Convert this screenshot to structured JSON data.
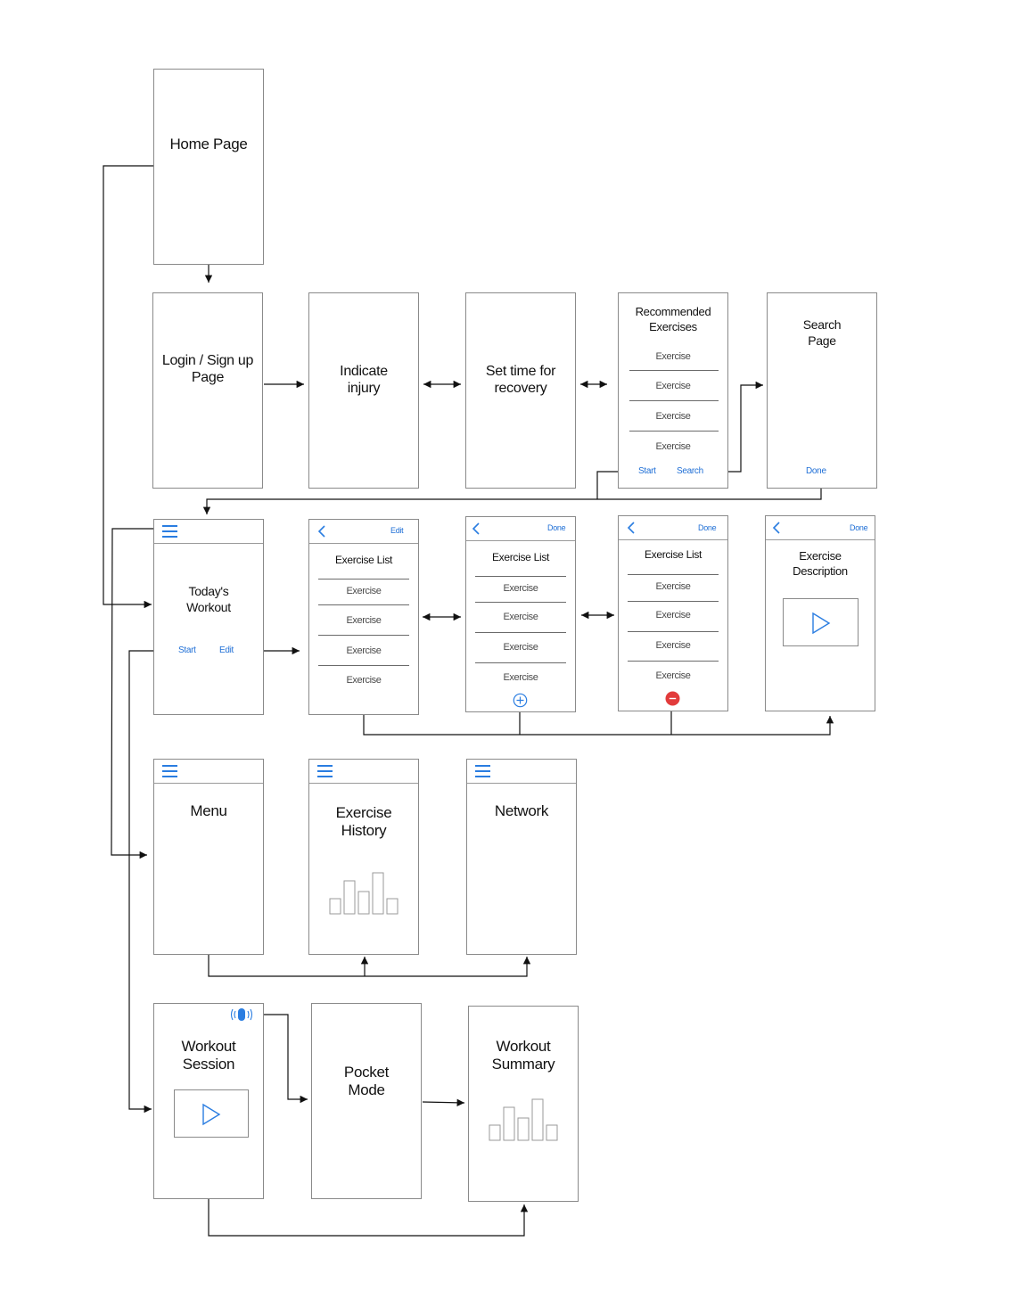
{
  "colors": {
    "accent": "#1f6fd6",
    "border": "#8a8a8a",
    "remove": "#e23b3b"
  },
  "screens": {
    "home": {
      "title": "Home Page"
    },
    "login": {
      "title": "Login / Sign up\nPage"
    },
    "injury": {
      "title": "Indicate\ninjury"
    },
    "recovery": {
      "title": "Set time for\nrecovery"
    },
    "recommended": {
      "title": "Recommended\nExercises",
      "items": [
        "Exercise",
        "Exercise",
        "Exercise",
        "Exercise"
      ],
      "start_label": "Start",
      "search_label": "Search"
    },
    "search": {
      "title": "Search\nPage",
      "done_label": "Done"
    },
    "today": {
      "title": "Today's\nWorkout",
      "start_label": "Start",
      "edit_label": "Edit"
    },
    "list_edit": {
      "edit_label": "Edit",
      "title": "Exercise List",
      "items": [
        "Exercise",
        "Exercise",
        "Exercise",
        "Exercise"
      ]
    },
    "list_add": {
      "done_label": "Done",
      "title": "Exercise List",
      "items": [
        "Exercise",
        "Exercise",
        "Exercise",
        "Exercise"
      ],
      "icon": "add-circle-icon"
    },
    "list_remove": {
      "done_label": "Done",
      "title": "Exercise List",
      "items": [
        "Exercise",
        "Exercise",
        "Exercise",
        "Exercise"
      ],
      "icon": "remove-circle-icon"
    },
    "description": {
      "done_label": "Done",
      "title": "Exercise\nDescription",
      "icon": "play-icon"
    },
    "menu": {
      "title": "Menu",
      "icon": "hamburger-menu-icon"
    },
    "history": {
      "title": "Exercise\nHistory",
      "icon": "bar-chart-icon"
    },
    "network": {
      "title": "Network",
      "icon": "hamburger-menu-icon"
    },
    "session": {
      "title": "Workout\nSession",
      "icon": "vibrate-icon"
    },
    "pocket": {
      "title": "Pocket\nMode"
    },
    "summary": {
      "title": "Workout\nSummary",
      "icon": "bar-chart-icon"
    }
  }
}
